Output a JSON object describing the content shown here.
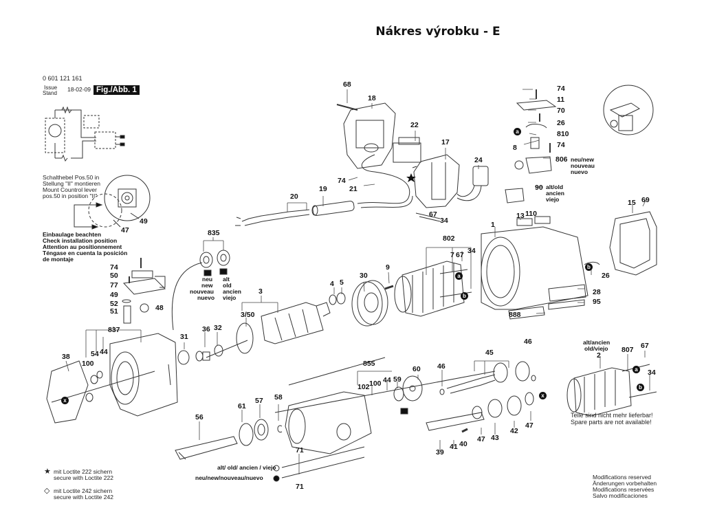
{
  "page": {
    "title": "Nákres výrobku - E"
  },
  "header": {
    "part_number": "0 601 121 161",
    "issue_label": "Issue",
    "stand_label": "Stand",
    "issue_date": "18-02-09",
    "figure_label": "Fig./Abb. 1"
  },
  "notes": {
    "switch_lever": [
      "Schalthebel Pos.50 in",
      "Stellung \"II\" montieren",
      "Mount Countrol lever",
      "pos.50 in position \"II\""
    ],
    "install_position": [
      "Einbaulage beachten",
      "Check installation position",
      "Attention au positionnement",
      "Téngase en cuenta la posición",
      "de montaje"
    ],
    "loctite": [
      {
        "symbol": "star",
        "lines": [
          "mit Loctite 222 sichern",
          "secure with Loctite 222"
        ]
      },
      {
        "symbol": "diamond",
        "lines": [
          "mit Loctite 242 sichern",
          "secure with Loctite 242"
        ]
      }
    ],
    "modifications": [
      "Modifications reserved",
      "Änderungen vorbehalten",
      "Modifications reservées",
      "Salvo modificaciones"
    ],
    "not_available": [
      "Teile sind nicht mehr lieferbar!",
      "Spare parts are not available!"
    ],
    "new_variant": [
      "neu",
      "new",
      "nouveau",
      "nuevo"
    ],
    "old_variant": [
      "alt",
      "old",
      "ancien",
      "viejo"
    ],
    "new_inline": [
      "neu/new",
      "nouveau",
      "nuevo"
    ],
    "old_inline": [
      "alt/old",
      "ancien",
      "viejo"
    ],
    "old_ancien_top": [
      "alt/ancien",
      "old/viejo"
    ],
    "screw_old": "alt/ old/ ancien / viejo",
    "screw_new": "neu/new/nouveau/nuevo"
  },
  "markers": {
    "a": "a",
    "b": "b",
    "x": "x"
  },
  "parts": {
    "p68": "68",
    "p18": "18",
    "p22": "22",
    "p17": "17",
    "p24": "24",
    "p74a": "74",
    "p21": "21",
    "p20": "20",
    "p19": "19",
    "p67a": "67",
    "p34a": "34",
    "p74b": "74",
    "p11": "11",
    "p70": "70",
    "p26a": "26",
    "p810": "810",
    "p8": "8",
    "p74c": "74",
    "p806": "806",
    "p90": "90",
    "p15": "15",
    "p69": "69",
    "p1": "1",
    "p13": "13",
    "p110": "110",
    "p26b": "26",
    "p28": "28",
    "p95": "95",
    "p888": "888",
    "p802": "802",
    "p7": "7",
    "p67b": "67",
    "p34b": "34",
    "p9": "9",
    "p30": "30",
    "p4": "4",
    "p5": "5",
    "p3": "3",
    "p3_50": "3/50",
    "p835": "835",
    "p49a": "49",
    "p47a": "47",
    "p74d": "74",
    "p50": "50",
    "p77": "77",
    "p49b": "49",
    "p52": "52",
    "p51": "51",
    "p48": "48",
    "p837": "837",
    "p38": "38",
    "p100a": "100",
    "p54": "54",
    "p44a": "44",
    "p31": "31",
    "p36": "36",
    "p32": "32",
    "p855": "855",
    "p102": "102",
    "p100b": "100",
    "p44b": "44",
    "p59": "59",
    "p60": "60",
    "p46a": "46",
    "p46b": "46",
    "p45": "45",
    "p39": "39",
    "p41": "41",
    "p40": "40",
    "p47b": "47",
    "p43": "43",
    "p42": "42",
    "p47c": "47",
    "p56": "56",
    "p61": "61",
    "p57": "57",
    "p58": "58",
    "p71a": "71",
    "p71b": "71",
    "p2": "2",
    "p807": "807",
    "p67c": "67",
    "p34c": "34"
  }
}
